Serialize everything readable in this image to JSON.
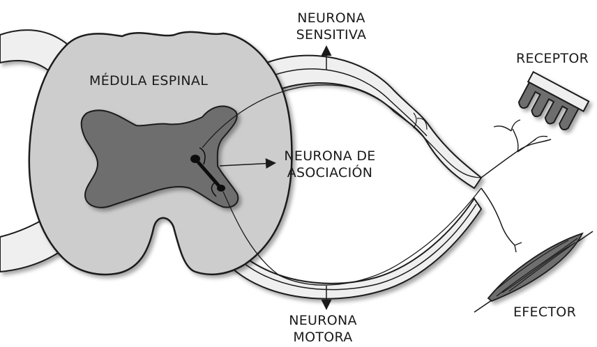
{
  "labels": {
    "medula": "MÉDULA ESPINAL",
    "sensitiva": {
      "line1": "NEURONA",
      "line2": "SENSITIVA"
    },
    "asociacion": {
      "line1": "NEURONA DE",
      "line2": "ASOCIACIÓN"
    },
    "receptor": "RECEPTOR",
    "motora": {
      "line1": "NEURONA",
      "line2": "MOTORA"
    },
    "efector": "EFECTOR"
  },
  "colors": {
    "medula_fill": "#cdcdcd",
    "gray_matter": "#6e6e6e",
    "nerve_fill": "#efefef",
    "outline": "#1a1a1a"
  }
}
